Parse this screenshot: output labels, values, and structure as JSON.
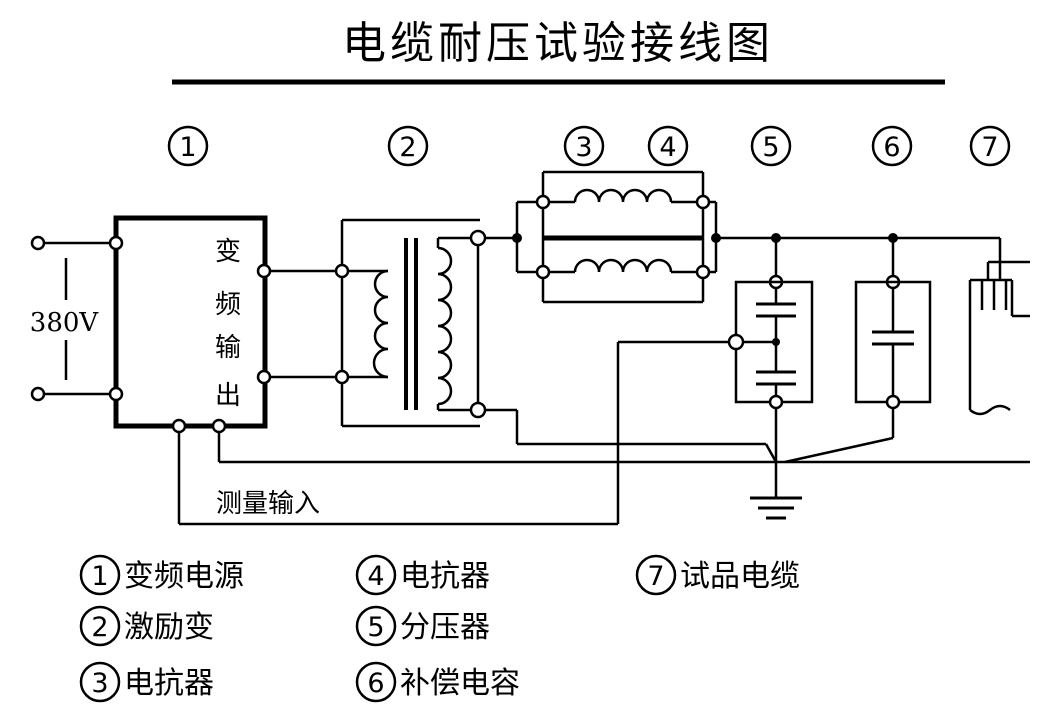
{
  "title": "电缆耐压试验接线图",
  "component_numbers": [
    "①",
    "②",
    "③",
    "④",
    "⑤",
    "⑥",
    "⑦"
  ],
  "supply_voltage": "380V",
  "source_box_label": [
    "变",
    "频",
    "输",
    "出"
  ],
  "measure_input_label": "测量输入",
  "legend": [
    {
      "num": "1",
      "text": "变频电源"
    },
    {
      "num": "2",
      "text": "激励变"
    },
    {
      "num": "3",
      "text": "电抗器"
    },
    {
      "num": "4",
      "text": "电抗器"
    },
    {
      "num": "5",
      "text": "分压器"
    },
    {
      "num": "6",
      "text": "补偿电容"
    },
    {
      "num": "7",
      "text": "试品电缆"
    }
  ]
}
